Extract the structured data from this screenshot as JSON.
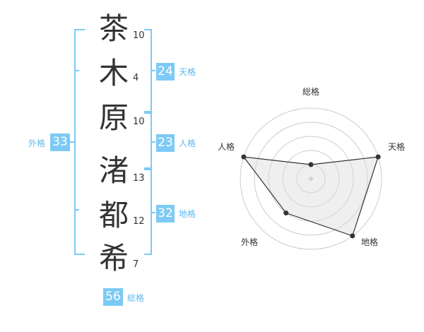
{
  "name": {
    "characters": [
      {
        "char": "茶",
        "strokes": "10"
      },
      {
        "char": "木",
        "strokes": "4"
      },
      {
        "char": "原",
        "strokes": "10"
      },
      {
        "char": "渚",
        "strokes": "13"
      },
      {
        "char": "都",
        "strokes": "12"
      },
      {
        "char": "希",
        "strokes": "7"
      }
    ]
  },
  "scores": {
    "tenkaku": {
      "value": "24",
      "label": "天格"
    },
    "jinkaku": {
      "value": "23",
      "label": "人格"
    },
    "chikaku": {
      "value": "32",
      "label": "地格"
    },
    "gaikaku": {
      "value": "33",
      "label": "外格"
    },
    "soukaku": {
      "value": "56",
      "label": "総格"
    }
  },
  "colors": {
    "accent": "#7ccaf5",
    "accent_text": "#5fb8ec",
    "text": "#333333",
    "grid": "#cccccc",
    "fill": "#f0f0f0"
  },
  "chart_data": {
    "type": "radar",
    "axes": [
      "総格",
      "天格",
      "地格",
      "外格",
      "人格"
    ],
    "values": [
      1,
      5,
      5,
      3,
      5
    ],
    "max": 5,
    "grid": true
  }
}
